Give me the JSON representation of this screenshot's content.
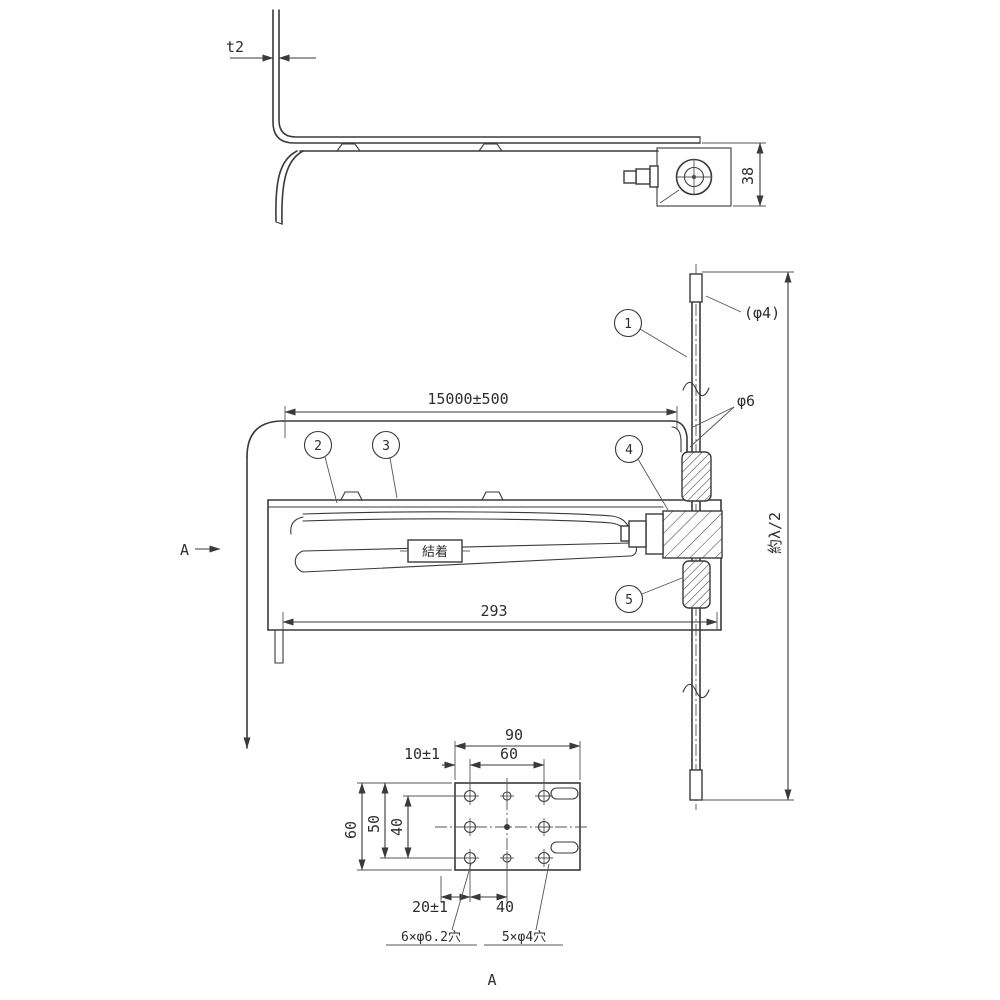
{
  "drawing": {
    "top_view": {
      "thickness_dim": "t2",
      "height_dim": "38"
    },
    "main_view": {
      "cable_length_dim": "15000±500",
      "element_dia": "(φ4)",
      "cable_dia": "φ6",
      "element_length_dim": "約λ/2",
      "bracket_width_dim": "293",
      "section_arrow": "A",
      "tie_label": "結着",
      "balloons": [
        "1",
        "2",
        "3",
        "4",
        "5"
      ]
    },
    "detail_view": {
      "width_dim": "90",
      "hole_span_dim": "60",
      "edge_offset_top_dim": "10±1",
      "height_dim": "60",
      "inner_height_dim": "50",
      "row_pitch_dim": "40",
      "edge_offset_bottom_dim": "20±1",
      "col_pitch_dim": "40",
      "large_holes_note": "6×φ6.2穴",
      "small_holes_note": "5×φ4穴",
      "view_label": "A"
    },
    "colors": {
      "line": "#3a3a3a",
      "background": "#ffffff"
    }
  }
}
